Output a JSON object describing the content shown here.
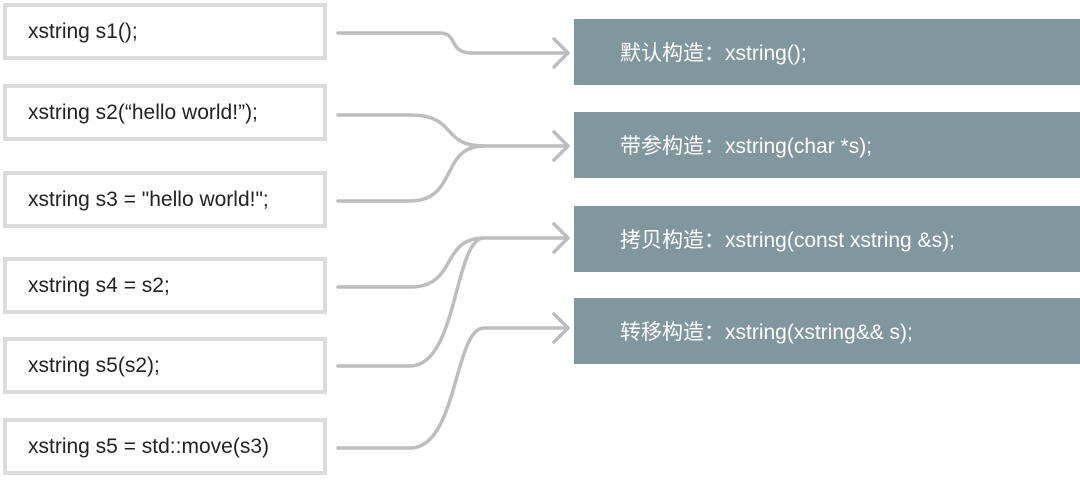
{
  "sources": [
    "xstring s1();",
    "xstring s2(“hello world!”);",
    "xstring s3 = \"hello world!\";",
    "xstring s4 = s2;",
    "xstring s5(s2);",
    "xstring s5 = std::move(s3)"
  ],
  "constructors": [
    "默认构造：xstring();",
    "带参构造：xstring(char *s);",
    "拷贝构造：xstring(const xstring &s);",
    "转移构造：xstring(xstring&& s);"
  ],
  "colors": {
    "source_border": "#dcdcdc",
    "constructor_fill": "#7f979d",
    "connector": "#bdbdbd"
  }
}
